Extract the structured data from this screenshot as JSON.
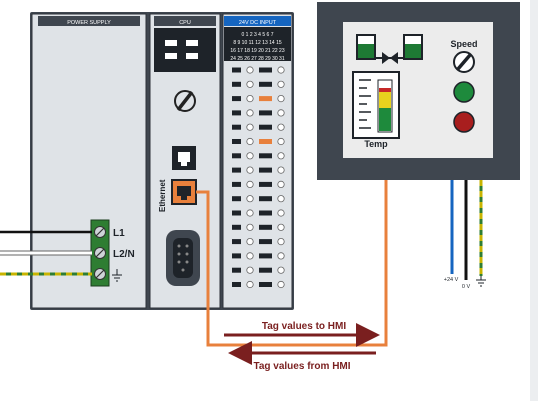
{
  "modules": {
    "power_supply": {
      "label": "POWER SUPPLY"
    },
    "cpu": {
      "label": "CPU",
      "port_label": "Ethernet"
    },
    "input": {
      "label": "24V DC INPUT",
      "row1": "0 1 2 3 4 5 6 7",
      "row2": "8 9 10 11 12 13 14 15",
      "row3": "16 17 18 19 20 21 22 23",
      "row4": "24 25 26 27 28 29 30 31",
      "active_channels": [
        2,
        5
      ]
    }
  },
  "terminals": {
    "l1": "L1",
    "l2n": "L2/N"
  },
  "hmi": {
    "speed_label": "Speed",
    "temp_label": "Temp",
    "temp_level_colors": [
      "#1e8a3c",
      "#e8d21e",
      "#c62828"
    ]
  },
  "wires": {
    "v24": "+24 V",
    "v0": "0 V"
  },
  "arrows": {
    "to_hmi": "Tag values to HMI",
    "from_hmi": "Tag values from HMI"
  },
  "colors": {
    "ethernet": "#e8803c",
    "arrow": "#7a1f1f",
    "terminal_green": "#2e7d32",
    "wire_blue": "#1565c0",
    "ground": "#c8b400"
  }
}
